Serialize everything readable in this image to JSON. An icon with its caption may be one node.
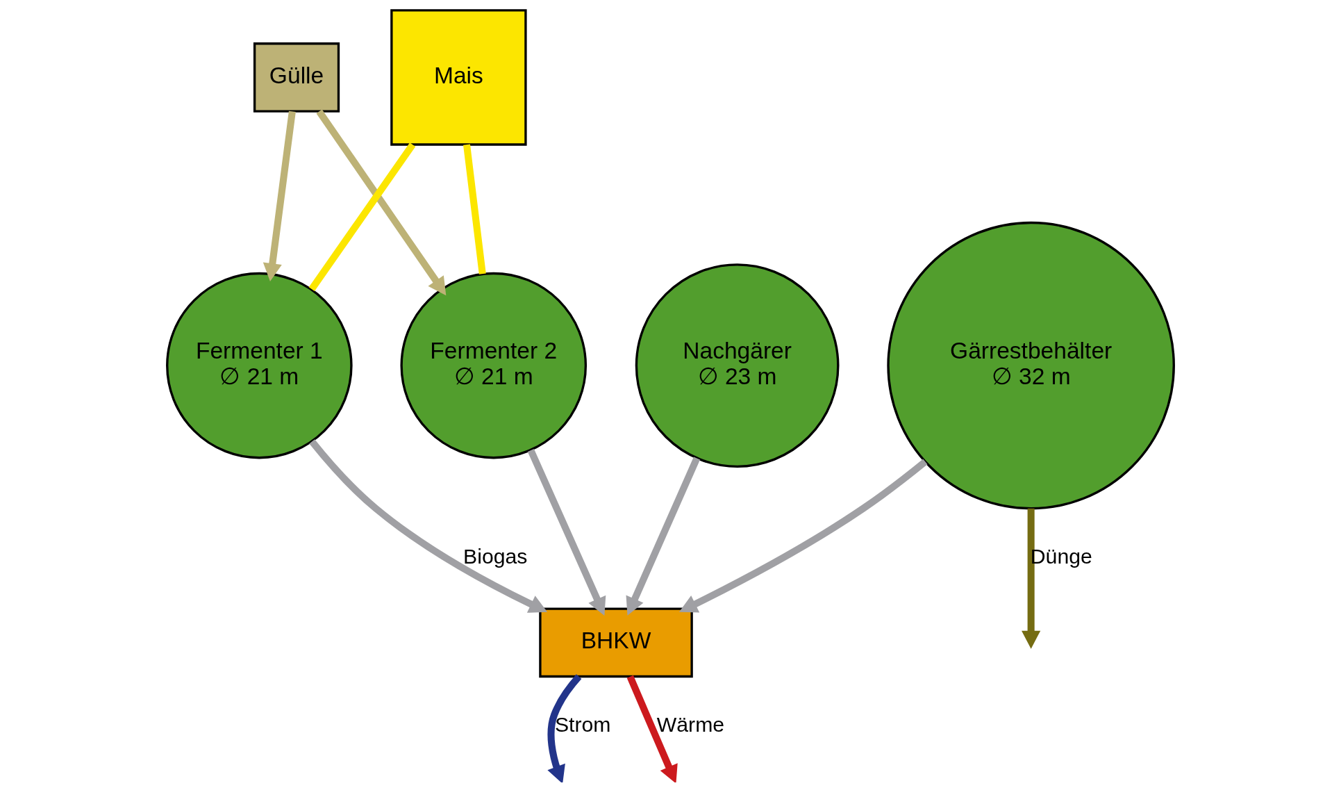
{
  "diagram": {
    "nodes": [
      {
        "text": [
          "Gülle"
        ]
      },
      {
        "text": [
          "Mais"
        ]
      },
      {
        "text": [
          "Fermenter 1",
          "∅ 21 m"
        ]
      },
      {
        "text": [
          "Fermenter 2",
          "∅ 21 m"
        ]
      },
      {
        "text": [
          "Nachgärer",
          "∅ 23 m"
        ]
      },
      {
        "text": [
          "Gärrestbehälter",
          "∅ 32 m"
        ]
      },
      {
        "text": [
          "BHKW"
        ]
      }
    ],
    "edges": [
      {
        "from": 0,
        "to": 2,
        "arrow": "to",
        "color": "#bdb276"
      },
      {
        "from": 0,
        "to": 3,
        "arrow": "to",
        "color": "#bdb276"
      },
      {
        "from": 1,
        "to": 2,
        "arrow": "none",
        "color": "#fce600"
      },
      {
        "from": 1,
        "to": 3,
        "arrow": "none",
        "color": "#fce600"
      },
      {
        "from": 2,
        "to": 6,
        "arrow": "to",
        "label": "Biogas"
      },
      {
        "from": 3,
        "to": 6,
        "arrow": "to"
      },
      {
        "from": 4,
        "to": 6,
        "arrow": "to"
      },
      {
        "from": 5,
        "to": 6,
        "arrow": "to"
      },
      {
        "from": 5,
        "to": null,
        "arrow": "to",
        "label": "Dünge",
        "color": "#756c12"
      },
      {
        "from": 6,
        "to": null,
        "arrow": "to",
        "label": "Strom",
        "color": "#22348a"
      },
      {
        "from": 6,
        "to": null,
        "arrow": "to",
        "label": "Wärme",
        "color": "#cc1a1e"
      }
    ]
  }
}
